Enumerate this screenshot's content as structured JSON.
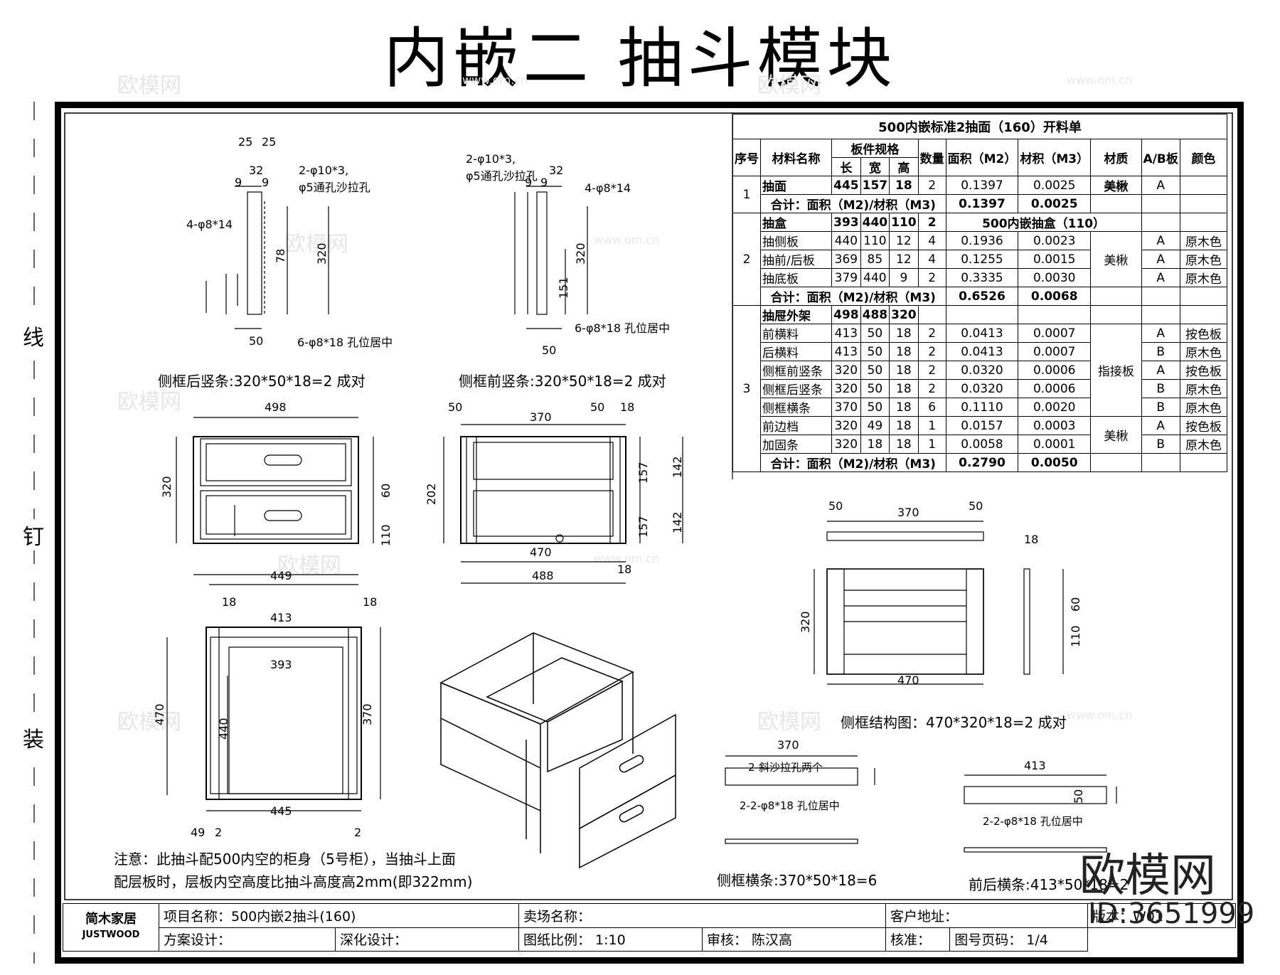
{
  "title": "内嵌二 抽斗模块",
  "watermarks": [
    "欧模网",
    "www.om.cn"
  ],
  "binding": [
    "线",
    "钉",
    "装"
  ],
  "cutlist": {
    "title": "500内嵌标准2抽面（160）开料单",
    "headers": {
      "seq": "序号",
      "name": "材料名称",
      "spec": "板件规格",
      "len": "长",
      "wid": "宽",
      "ht": "高",
      "qty": "数量",
      "area": "面积（M2）",
      "vol": "材积（M3）",
      "mat": "材质",
      "ab": "A/B板",
      "color": "颜色"
    },
    "g1": {
      "seq": "1",
      "row": {
        "name": "抽面",
        "len": "445",
        "wid": "157",
        "ht": "18",
        "qty": "2",
        "area": "0.1397",
        "vol": "0.0025",
        "mat": "美楸",
        "ab": "A"
      },
      "total": {
        "label": "合计：面积（M2)/材积（M3)",
        "area": "0.1397",
        "vol": "0.0025"
      }
    },
    "g2": {
      "seq": "2",
      "head": {
        "name": "抽盒",
        "len": "393",
        "wid": "440",
        "ht": "110",
        "qty": "2",
        "note": "500内嵌抽盒（110）"
      },
      "rows": [
        {
          "name": "抽侧板",
          "len": "440",
          "wid": "110",
          "ht": "12",
          "qty": "4",
          "area": "0.1936",
          "vol": "0.0023",
          "ab": "A",
          "color": "原木色"
        },
        {
          "name": "抽前/后板",
          "len": "369",
          "wid": "85",
          "ht": "12",
          "qty": "4",
          "area": "0.1255",
          "vol": "0.0015",
          "ab": "A",
          "color": "原木色"
        },
        {
          "name": "抽底板",
          "len": "379",
          "wid": "440",
          "ht": "9",
          "qty": "2",
          "area": "0.3335",
          "vol": "0.0030",
          "ab": "A",
          "color": "原木色"
        }
      ],
      "mat": "美楸",
      "total": {
        "label": "合计：面积（M2)/材积（M3)",
        "area": "0.6526",
        "vol": "0.0068"
      }
    },
    "g3": {
      "seq": "3",
      "head": {
        "name": "抽屉外架",
        "len": "498",
        "wid": "488",
        "ht": "320"
      },
      "rows": [
        {
          "name": "前横料",
          "len": "413",
          "wid": "50",
          "ht": "18",
          "qty": "2",
          "area": "0.0413",
          "vol": "0.0007",
          "ab": "A",
          "color": "按色板"
        },
        {
          "name": "后横料",
          "len": "413",
          "wid": "50",
          "ht": "18",
          "qty": "2",
          "area": "0.0413",
          "vol": "0.0007",
          "ab": "B",
          "color": "原木色"
        },
        {
          "name": "侧框前竖条",
          "len": "320",
          "wid": "50",
          "ht": "18",
          "qty": "2",
          "area": "0.0320",
          "vol": "0.0006",
          "ab": "A",
          "color": "按色板"
        },
        {
          "name": "侧框后竖条",
          "len": "320",
          "wid": "50",
          "ht": "18",
          "qty": "2",
          "area": "0.0320",
          "vol": "0.0006",
          "ab": "B",
          "color": "原木色"
        },
        {
          "name": "侧框横条",
          "len": "370",
          "wid": "50",
          "ht": "18",
          "qty": "6",
          "area": "0.1110",
          "vol": "0.0020",
          "ab": "B",
          "color": "原木色"
        },
        {
          "name": "前边档",
          "len": "320",
          "wid": "49",
          "ht": "18",
          "qty": "1",
          "area": "0.0157",
          "vol": "0.0003",
          "ab": "A",
          "color": "按色板"
        },
        {
          "name": "加固条",
          "len": "320",
          "wid": "18",
          "ht": "18",
          "qty": "1",
          "area": "0.0058",
          "vol": "0.0001",
          "ab": "B",
          "color": "原木色"
        }
      ],
      "mat1": "指接板",
      "mat2": "美楸",
      "total": {
        "label": "合计：面积（M2)/材积（M3)",
        "area": "0.2790",
        "vol": "0.0050"
      }
    }
  },
  "captions": {
    "rear_post": "侧框后竖条:320*50*18=2 成对",
    "front_post": "侧框前竖条:320*50*18=2 成对",
    "side_frame": "侧框结构图：470*320*18=2 成对",
    "side_rail": "侧框横条:370*50*18=6",
    "fb_rail": "前后横条:413*50*18=2"
  },
  "callouts": {
    "holes_a": "2-φ10*3,",
    "holes_b": "φ5通孔沙拉孔",
    "hole_8_14": "4-φ8*14",
    "hole_6_8_18": "6-φ8*18 孔位居中",
    "hole_2_2": "2-2-φ8*18 孔位居中",
    "hole_slope": "2-斜沙拉孔两个"
  },
  "note": {
    "line1": "注意：此抽斗配500内空的柜身（5号柜），当抽斗上面",
    "line2": "配层板时，层板内空高度比抽斗高度高2mm(即322mm)"
  },
  "titleblock": {
    "logo": "简木家居",
    "logo_en": "JUSTWOOD",
    "project": "项目名称：500内嵌2抽斗(160)",
    "venue": "卖场名称：",
    "address": "客户地址：",
    "version": "版本：W01",
    "scheme": "方案设计：",
    "deepen": "深化设计：",
    "scale": "图纸比例：  1:10",
    "review": "审核：   陈汉高",
    "approve": "核准：",
    "page": "图号页码：  1/4"
  },
  "brand": {
    "name": "欧模网",
    "id": "ID:3651999"
  }
}
